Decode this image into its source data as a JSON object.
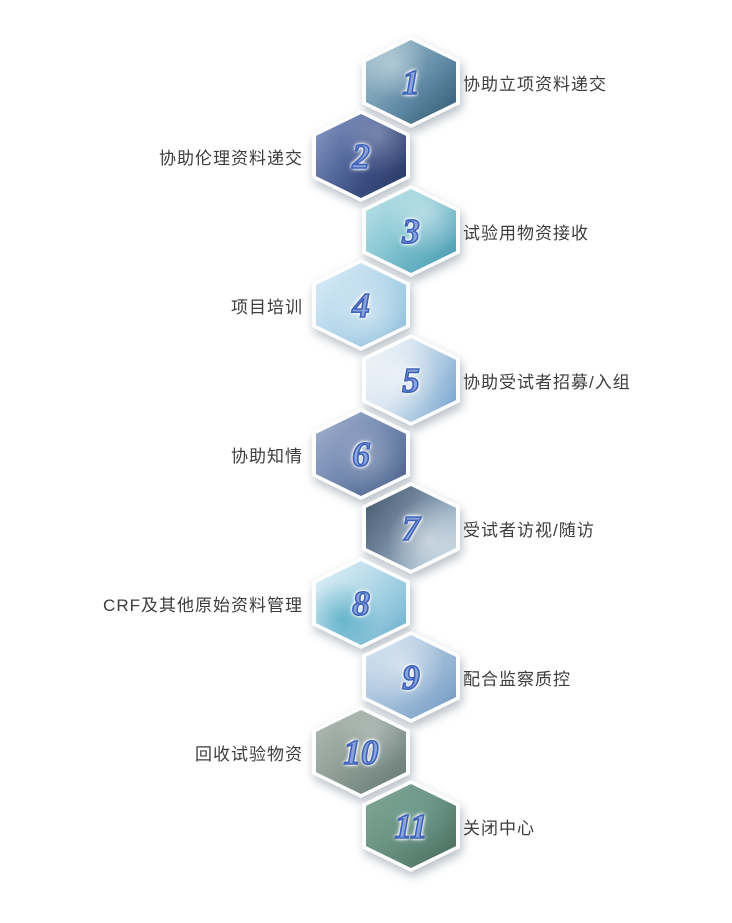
{
  "page": {
    "background": "#ffffff",
    "label_text_color": "#3d3d3d",
    "number_color": "#3f63bb",
    "hex_border_color": "#ffffff"
  },
  "steps": [
    {
      "number": "1",
      "label": "协助立项资料递交",
      "side": "right",
      "bg": "radial-gradient(circle at 30% 30%, rgba(255,255,255,0.35), rgba(255,255,255,0) 40%), linear-gradient(135deg, #a8c4d2 0%, #7fa5ba 35%, #5d87a2 60%, #2f566f 100%)"
    },
    {
      "number": "2",
      "label": "协助伦理资料递交",
      "side": "left",
      "bg": "radial-gradient(circle at 70% 25%, rgba(255,255,255,0.25), rgba(255,255,255,0) 45%), linear-gradient(125deg, #8b9cc4 0%, #55699d 40%, #3a4c80 65%, #263560 100%)"
    },
    {
      "number": "3",
      "label": "试验用物资接收",
      "side": "right",
      "bg": "radial-gradient(circle at 65% 30%, rgba(255,255,255,0.4), rgba(255,255,255,0) 50%), linear-gradient(135deg, #c2e4ea 0%, #8ecbd6 40%, #62adc0 75%, #3f93a9 100%)"
    },
    {
      "number": "4",
      "label": "项目培训",
      "side": "left",
      "bg": "radial-gradient(circle at 60% 60%, rgba(255,255,255,0.4), rgba(255,255,255,0) 55%), linear-gradient(135deg, #ddeef8 0%, #b9d9ec 45%, #97c5e0 80%, #7db4d6 100%)"
    },
    {
      "number": "5",
      "label": "协助受试者招募/入组",
      "side": "right",
      "bg": "radial-gradient(circle at 35% 45%, rgba(255,255,255,0.5), rgba(255,255,255,0) 55%), linear-gradient(115deg, #eef3f7 0%, #d4e2ee 40%, #a8c6e0 70%, #6f9ecb 100%)"
    },
    {
      "number": "6",
      "label": "协助知情",
      "side": "left",
      "bg": "radial-gradient(circle at 60% 55%, rgba(255,255,255,0.22), rgba(255,255,255,0) 50%), linear-gradient(135deg, #a3b2cf 0%, #7e92b8 40%, #60779f 70%, #4a5f8a 100%)"
    },
    {
      "number": "7",
      "label": "受试者访视/随访",
      "side": "right",
      "bg": "radial-gradient(circle at 70% 65%, rgba(255,255,255,0.45), rgba(255,255,255,0) 50%), linear-gradient(125deg, #45566b 0%, #6a7f96 35%, #9eb4c6 70%, #c9d9e4 100%)"
    },
    {
      "number": "8",
      "label": "CRF及其他原始资料管理",
      "side": "left",
      "bg": "radial-gradient(circle at 30% 70%, rgba(46,155,181,0.55), rgba(46,155,181,0) 45%), linear-gradient(135deg, #e2f1f7 0%, #b9dcea 40%, #8cc3da 75%, #5da8c6 100%)"
    },
    {
      "number": "9",
      "label": "配合监察质控",
      "side": "right",
      "bg": "radial-gradient(circle at 40% 35%, rgba(255,255,255,0.45), rgba(255,255,255,0) 55%), linear-gradient(135deg, #d3e2ef 0%, #a9c3dd 45%, #84a8cc 80%, #6890ba 100%)"
    },
    {
      "number": "10",
      "label": "回收试验物资",
      "side": "left",
      "bg": "radial-gradient(circle at 65% 25%, rgba(255,255,255,0.25), rgba(255,255,255,0) 45%), linear-gradient(135deg, #b3bdb6 0%, #95a49d 40%, #7b8d86 70%, #647771 100%)"
    },
    {
      "number": "11",
      "label": "关闭中心",
      "side": "right",
      "bg": "radial-gradient(circle at 55% 35%, rgba(120,170,160,0.4), rgba(120,170,160,0) 55%), linear-gradient(135deg, #84a797 0%, #6b9383 45%, #577e6f 75%, #46685c 100%)"
    }
  ]
}
